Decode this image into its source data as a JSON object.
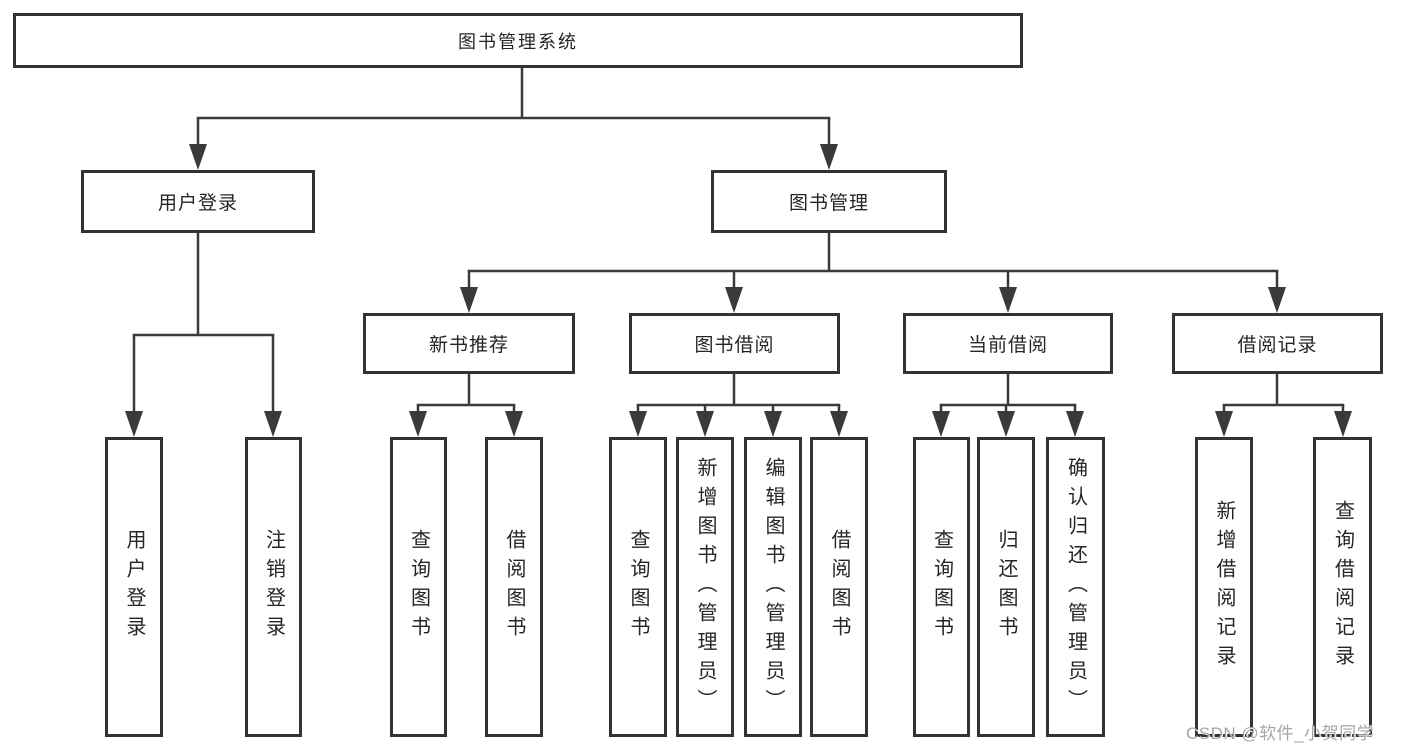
{
  "diagram": {
    "type": "tree-structure-diagram",
    "watermark": "CSDN @软件_小贺同学",
    "colors": {
      "background": "#ffffff",
      "line": "#3a3a3a",
      "box_border": "#333333",
      "text": "#262626",
      "watermark": "#a6a6a6"
    },
    "nodes": {
      "root": {
        "label": "图书管理系统"
      },
      "user_login": {
        "label": "用户登录"
      },
      "book_mgmt": {
        "label": "图书管理"
      },
      "new_book_rec": {
        "label": "新书推荐"
      },
      "book_borrow": {
        "label": "图书借阅"
      },
      "current_borrow": {
        "label": "当前借阅"
      },
      "borrow_record": {
        "label": "借阅记录"
      },
      "leaf_user_login": {
        "label": "用户登录"
      },
      "leaf_logout": {
        "label": "注销登录"
      },
      "leaf_query_book_1": {
        "label": "查询图书"
      },
      "leaf_borrow_book_1": {
        "label": "借阅图书"
      },
      "leaf_query_book_2": {
        "label": "查询图书"
      },
      "leaf_add_book": {
        "label": "新增图书（管理员）"
      },
      "leaf_edit_book": {
        "label": "编辑图书（管理员）"
      },
      "leaf_borrow_book_2": {
        "label": "借阅图书"
      },
      "leaf_query_book_3": {
        "label": "查询图书"
      },
      "leaf_return_book": {
        "label": "归还图书"
      },
      "leaf_confirm_return": {
        "label": "确认归还（管理员）"
      },
      "leaf_add_record": {
        "label": "新增借阅记录"
      },
      "leaf_query_record": {
        "label": "查询借阅记录"
      }
    },
    "edges": [
      [
        "图书管理系统",
        "用户登录"
      ],
      [
        "图书管理系统",
        "图书管理"
      ],
      [
        "用户登录",
        "用户登录"
      ],
      [
        "用户登录",
        "注销登录"
      ],
      [
        "图书管理",
        "新书推荐"
      ],
      [
        "图书管理",
        "图书借阅"
      ],
      [
        "图书管理",
        "当前借阅"
      ],
      [
        "图书管理",
        "借阅记录"
      ],
      [
        "新书推荐",
        "查询图书"
      ],
      [
        "新书推荐",
        "借阅图书"
      ],
      [
        "图书借阅",
        "查询图书"
      ],
      [
        "图书借阅",
        "新增图书（管理员）"
      ],
      [
        "图书借阅",
        "编辑图书（管理员）"
      ],
      [
        "图书借阅",
        "借阅图书"
      ],
      [
        "当前借阅",
        "查询图书"
      ],
      [
        "当前借阅",
        "归还图书"
      ],
      [
        "当前借阅",
        "确认归还（管理员）"
      ],
      [
        "借阅记录",
        "新增借阅记录"
      ],
      [
        "借阅记录",
        "查询借阅记录"
      ]
    ]
  }
}
